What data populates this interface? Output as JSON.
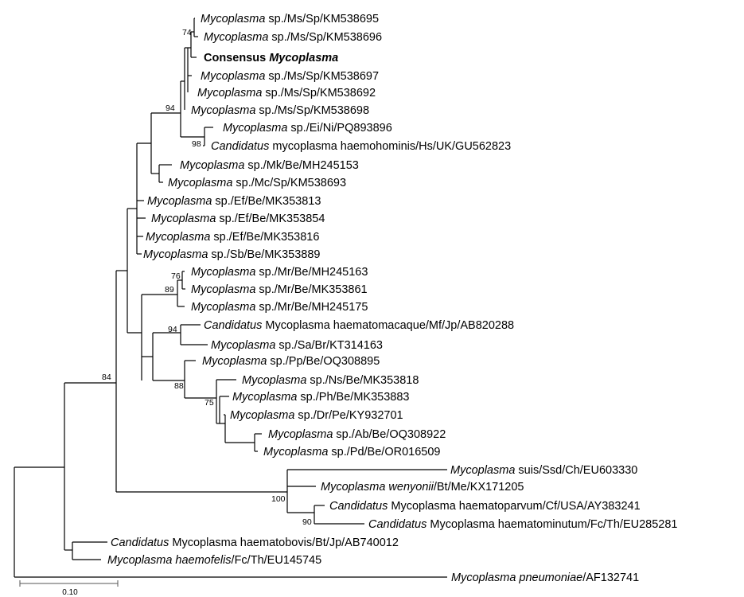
{
  "tree": {
    "taxa": {
      "t1": {
        "italic": "Mycoplasma",
        "rest": " sp./Ms/Sp/KM538695",
        "italic_first": true
      },
      "t2": {
        "italic": "Mycoplasma",
        "rest": " sp./Ms/Sp/KM538696",
        "italic_first": true
      },
      "t3": {
        "italic": "Mycoplasma",
        "rest": "Consensus ",
        "italic_first": false,
        "bold": true
      },
      "t4": {
        "italic": "Mycoplasma",
        "rest": " sp./Ms/Sp/KM538697",
        "italic_first": true
      },
      "t5": {
        "italic": "Mycoplasma",
        "rest": " sp./Ms/Sp/KM538692",
        "italic_first": true
      },
      "t6": {
        "italic": "Mycoplasma",
        "rest": " sp./Ms/Sp/KM538698",
        "italic_first": true
      },
      "t7": {
        "italic": "Mycoplasma",
        "rest": " sp./Ei/Ni/PQ893896",
        "italic_first": true
      },
      "t8": {
        "italic": "Candidatus",
        "rest": " mycoplasma haemohominis/Hs/UK/GU562823",
        "italic_first": true
      },
      "t9": {
        "italic": "Mycoplasma",
        "rest": " sp./Mk/Be/MH245153",
        "italic_first": true
      },
      "t10": {
        "italic": "Mycoplasma",
        "rest": " sp./Mc/Sp/KM538693",
        "italic_first": true
      },
      "t11": {
        "italic": "Mycoplasma",
        "rest": " sp./Ef/Be/MK353813",
        "italic_first": true
      },
      "t12": {
        "italic": "Mycoplasma",
        "rest": " sp./Ef/Be/MK353854",
        "italic_first": true
      },
      "t13": {
        "italic": "Mycoplasma",
        "rest": " sp./Ef/Be/MK353816",
        "italic_first": true
      },
      "t14": {
        "italic": "Mycoplasma",
        "rest": " sp./Sb/Be/MK353889",
        "italic_first": true
      },
      "t15": {
        "italic": "Mycoplasma",
        "rest": " sp./Mr/Be/MH245163",
        "italic_first": true
      },
      "t16": {
        "italic": "Mycoplasma",
        "rest": " sp./Mr/Be/MK353861",
        "italic_first": true
      },
      "t17": {
        "italic": "Mycoplasma",
        "rest": " sp./Mr/Be/MH245175",
        "italic_first": true
      },
      "t18": {
        "italic": "Candidatus",
        "rest": " Mycoplasma haematomacaque/Mf/Jp/AB820288",
        "italic_first": true
      },
      "t19": {
        "italic": "Mycoplasma",
        "rest": " sp./Sa/Br/KT314163",
        "italic_first": true
      },
      "t20": {
        "italic": "Mycoplasma",
        "rest": " sp./Pp/Be/OQ308895",
        "italic_first": true
      },
      "t21": {
        "italic": "Mycoplasma",
        "rest": " sp./Ns/Be/MK353818",
        "italic_first": true
      },
      "t22": {
        "italic": "Mycoplasma",
        "rest": " sp./Ph/Be/MK353883",
        "italic_first": true
      },
      "t23": {
        "italic": "Mycoplasma",
        "rest": " sp./Dr/Pe/KY932701",
        "italic_first": true
      },
      "t24": {
        "italic": "Mycoplasma",
        "rest": " sp./Ab/Be/OQ308922",
        "italic_first": true
      },
      "t25": {
        "italic": "Mycoplasma",
        "rest": " sp./Pd/Be/OR016509",
        "italic_first": true
      },
      "t26": {
        "italic": "Mycoplasma",
        "rest": " suis/Ssd/Ch/EU603330",
        "italic_first": true
      },
      "t27": {
        "italic": "Mycoplasma wenyonii",
        "rest": "/Bt/Me/KX171205",
        "italic_first": true
      },
      "t28": {
        "italic": "Candidatus",
        "rest": " Mycoplasma haematoparvum/Cf/USA/AY383241",
        "italic_first": true
      },
      "t29": {
        "italic": "Candidatus",
        "rest": " Mycoplasma haematominutum/Fc/Th/EU285281",
        "italic_first": true
      },
      "t30": {
        "italic": "Candidatus",
        "rest": " Mycoplasma haematobovis/Bt/Jp/AB740012",
        "italic_first": true
      },
      "t31": {
        "italic": "Mycoplasma haemofelis",
        "rest": "/Fc/Th/EU145745",
        "italic_first": true
      },
      "t32": {
        "italic": "Mycoplasma pneumoniae",
        "rest": "/AF132741",
        "italic_first": true
      }
    },
    "bootstrap": {
      "b74": "74",
      "b94": "94",
      "b98": "98",
      "b76": "76",
      "b89": "89",
      "b94b": "94",
      "b88": "88",
      "b75": "75",
      "b84": "84",
      "b100": "100",
      "b90": "90"
    },
    "scale_bar": {
      "label": "0.10"
    }
  }
}
